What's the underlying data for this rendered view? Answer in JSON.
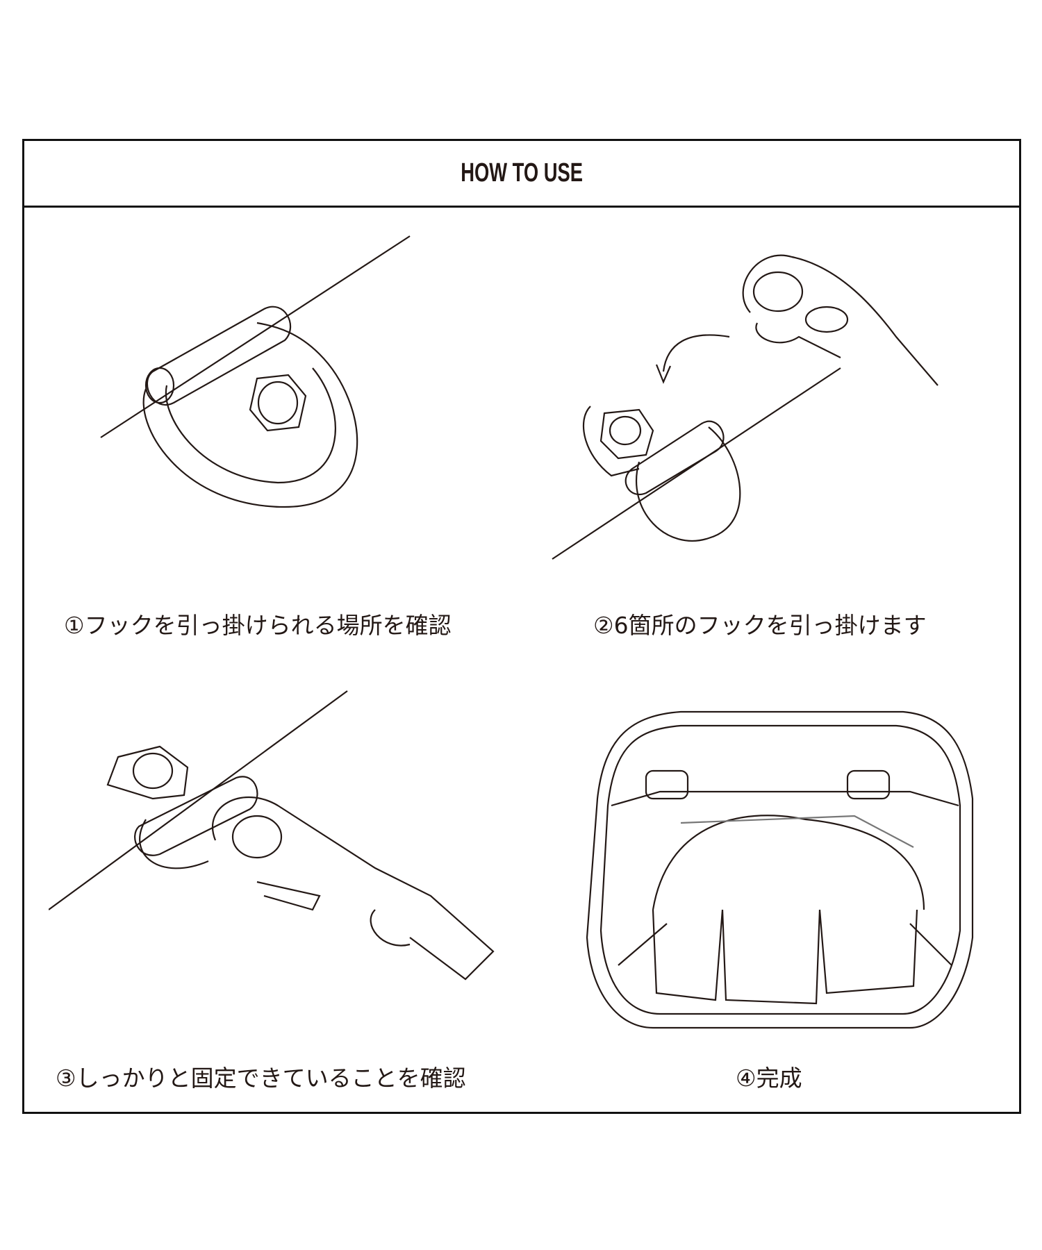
{
  "header": {
    "title": "HOW TO USE"
  },
  "steps": [
    {
      "caption": "①フックを引っ掛けられる場所を確認"
    },
    {
      "caption": "②6箇所のフックを引っ掛けます"
    },
    {
      "caption": "③しっかりと固定できていることを確認"
    },
    {
      "caption": "④完成"
    }
  ]
}
